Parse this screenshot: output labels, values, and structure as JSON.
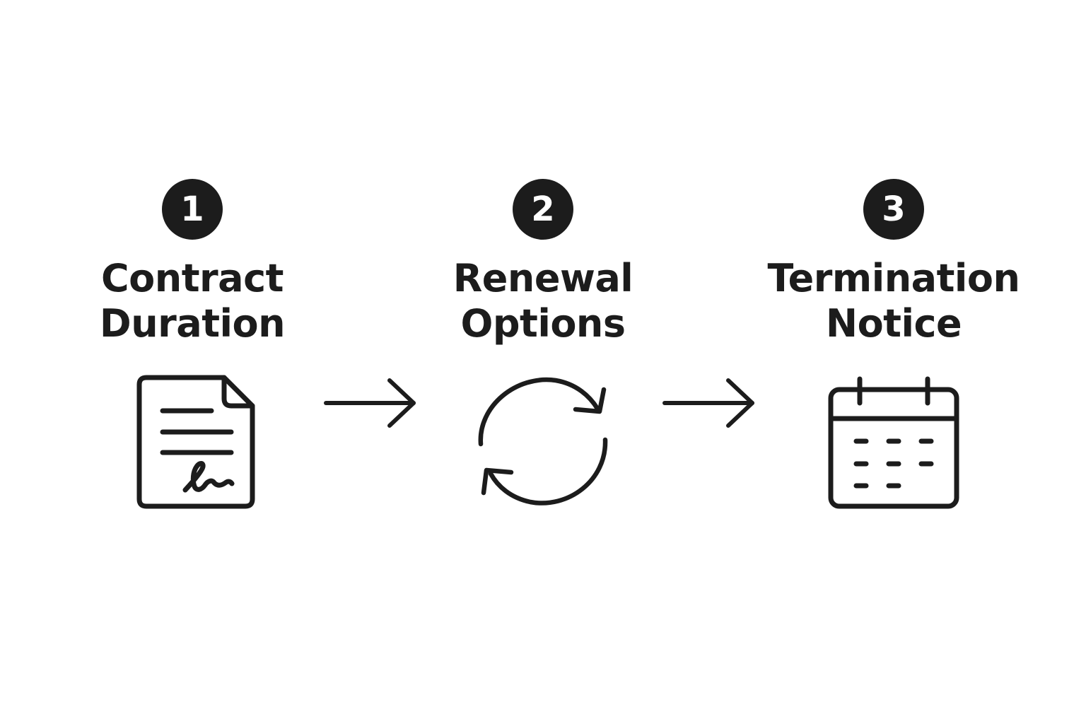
{
  "steps": [
    {
      "number": "1",
      "title_line1": "Contract",
      "title_line2": "Duration",
      "icon": "contract-document-icon"
    },
    {
      "number": "2",
      "title_line1": "Renewal",
      "title_line2": "Options",
      "icon": "renewal-cycle-icon"
    },
    {
      "number": "3",
      "title_line1": "Termination",
      "title_line2": "Notice",
      "icon": "calendar-icon"
    }
  ],
  "colors": {
    "ink": "#1c1c1c",
    "background": "#ffffff"
  }
}
